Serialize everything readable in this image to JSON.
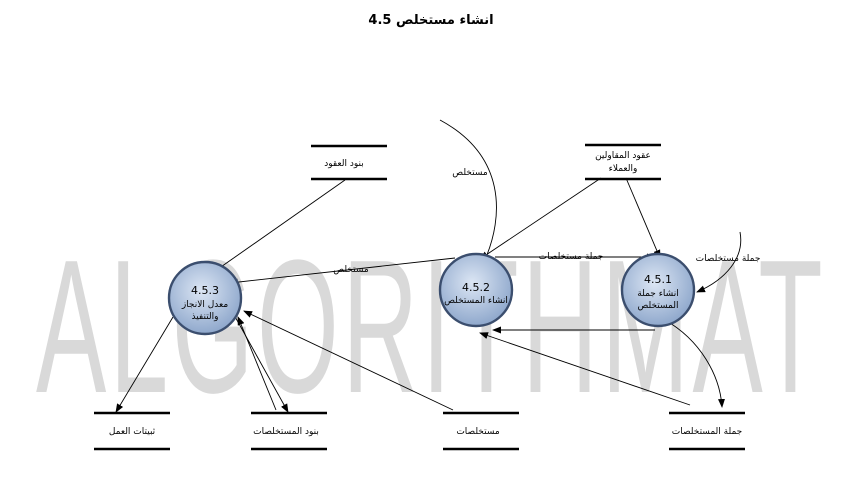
{
  "title": "4.5 انشاء مستخلص",
  "watermark": "ALGORITHMAT",
  "processes": {
    "p453": {
      "id": "4.5.3",
      "line1": "معدل الانجاز",
      "line2": "والتنفيذ"
    },
    "p452": {
      "id": "4.5.2",
      "line1": "انشاء المستخلص"
    },
    "p451": {
      "id": "4.5.1",
      "line1": "انشاء جملة",
      "line2": "المستخلص"
    }
  },
  "stores": {
    "contract_items": "بنود العقود",
    "contracts": {
      "line1": "عقود المقاولين",
      "line2": "والعملاء"
    },
    "work_proofs": "ثبيتات العمل",
    "extract_items": "بنود المستخلصات",
    "extracts": "مستخلصات",
    "extract_totals": "جملة المستخلصات"
  },
  "flows": {
    "incoming_extract": "مستخلص",
    "extract_total_top": "جملة مستخلصات",
    "extract_total_right": "جملة مستخلصات",
    "extract_to_453": "مستخلص"
  },
  "colors": {
    "process_fill_center": "#dce6f4",
    "process_fill_edge": "#8fa8cc",
    "process_stroke": "#3b4e6e",
    "watermark": "#d9d9d9"
  }
}
